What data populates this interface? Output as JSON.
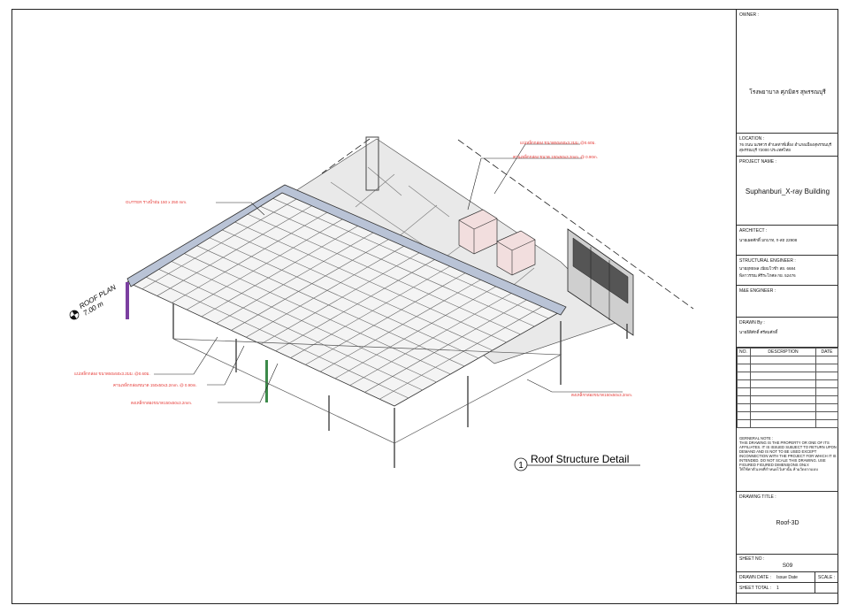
{
  "annotations": {
    "gutter": "GUTTER รางน้ำฝน 150 x 250 mm.",
    "purlin_top": "แปเหล็กกล่อง ขนาด50x50x3.2มม. @0.60ม.",
    "beam_top": "คานเหล็กกล่อง ขนาด 150x50x3.2mm. @ 0.90m.",
    "purlin_left": "แปเหล็กกล่อง ขนาด50x50x3.2มม. @0.60ม.",
    "beam_left": "คานเหล็กกล่องขนาด 150x50x3.2mm. @ 0.90m.",
    "rafter_left": "ตงเหล็กกล่องขนาด150x50x3.2mm.",
    "rafter_right": "ตงเหล็กกล่องขนาด150x50x3.2mm."
  },
  "level": {
    "name": "ROOF PLAN",
    "elevation": "7.00 m"
  },
  "view_title": {
    "number": "1",
    "text": "Roof Structure Detail"
  },
  "title_block": {
    "owner_label": "OWNER :",
    "owner": "โรงพยาบาล ศุภมิตร สุพรรณบุรี",
    "location_label": "LOCATION :",
    "location": "76 ถนน นเรศวร ตำบลท่าพี่เลี้ยง อำเภอเมืองสุพรรณบุรี สุพรรณบุรี 72000 ประเทศไทย",
    "project_label": "PROJECT NAME :",
    "project": "Suphanburi_X-ray Building",
    "architect_label": "ARCHITECT :",
    "architect": "นายเผดศักดิ์ มกบาท, ก-สถ 22908",
    "structural_label": "STRUCTURAL ENGINEER :",
    "structural_1": "นายยุทธพล เนียมโวชำ สย. 6684",
    "structural_2": "พิลาวรรณ คีรีระโกศล กย. 52476",
    "me_label": "M&E ENGINEER :",
    "drawn_label": "DRAWN By :",
    "drawn": "นายธิติศักดิ์ ศรีสมศักดิ์",
    "rev_no": "NO.",
    "rev_desc": "DESCRIPTION",
    "rev_date": "DATE",
    "note_label": "GERNERAL NOTE :",
    "note": "THIS DRAWING IS THE PROPERTY OR ONE OF ITS AFFILIATES. IT IS ISSUED SUBJECT TO RETURN UPON DEMAND AND IS NOT TO BE USED EXCEPT INCONNECTION WITH THE PROJECT FOR WHICH IT IS INTENDED. DO NOT SCALE THIS DRAWING. USE FIGURED FIGURED DIMENSIONS ONLY.",
    "note_th": "ให้ใช้ค่าตัวเลขที่กำหนดไว้เท่านั้น ห้ามวัดจากแบบ",
    "title_label": "DRAWING TITLE :",
    "title": "Roof-3D",
    "sheet_no_label": "SHEET NO :",
    "sheet_no": "S09",
    "drawn_date_label": "DRAWN DATE :",
    "drawn_date": "Issue Date",
    "scale_label": "SCALE :",
    "sheet_total_label": "SHEET TOTAL :",
    "sheet_total": "1"
  }
}
